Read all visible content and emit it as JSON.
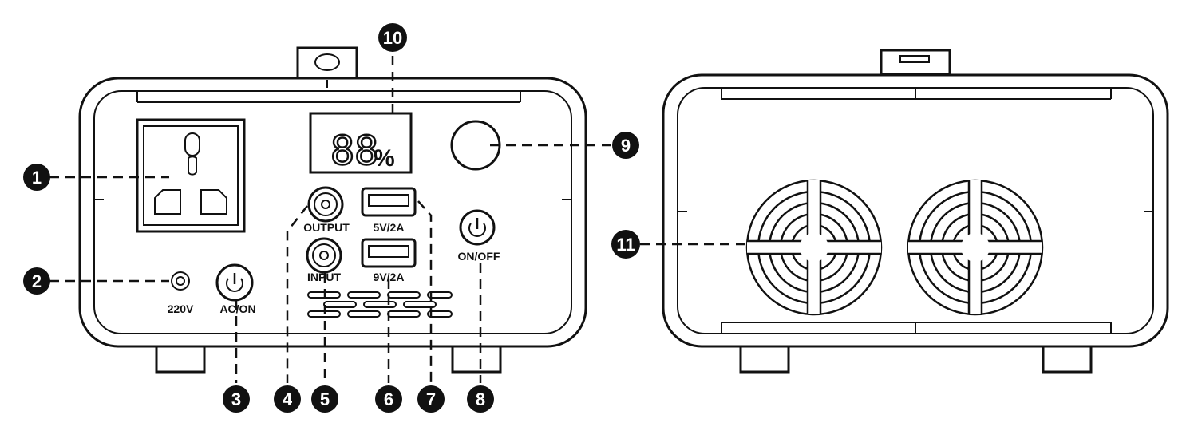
{
  "labels": {
    "ac_voltage": "220V",
    "ac_on": "AC/ON",
    "output": "OUTPUT",
    "input": "INPUT",
    "usb_5v": "5V/2A",
    "usb_9v": "9V/2A",
    "on_off": "ON/OFF",
    "percent": "%",
    "lcd": "88"
  },
  "callouts": [
    "1",
    "2",
    "3",
    "4",
    "5",
    "6",
    "7",
    "8",
    "9",
    "10",
    "11"
  ],
  "colors": {
    "line": "#111111",
    "background": "#ffffff"
  },
  "icons": [
    "power-icon",
    "universal-socket-icon",
    "usb-port-icon",
    "dc-port-icon",
    "fan-grille-icon",
    "light-icon"
  ]
}
